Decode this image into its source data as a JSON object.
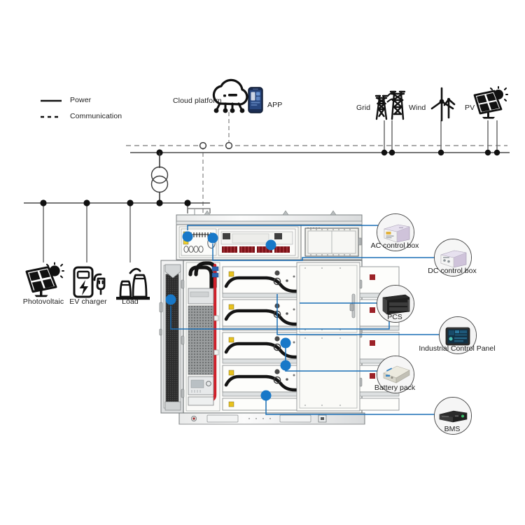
{
  "legend": {
    "items": [
      {
        "label": "Power",
        "style": "solid",
        "icon": "solid-line-icon"
      },
      {
        "label": "Communication",
        "style": "dashed",
        "icon": "dashed-line-icon"
      }
    ]
  },
  "top_nodes": {
    "cloud": {
      "label": "Cloud platform",
      "icon": "cloud-icon"
    },
    "app": {
      "label": "APP",
      "icon": "smartphone-icon"
    },
    "grid": {
      "label": "Grid",
      "icon": "transmission-tower-icon"
    },
    "wind": {
      "label": "Wind",
      "icon": "wind-turbine-icon"
    },
    "pv": {
      "label": "PV",
      "icon": "solar-panel-icon"
    }
  },
  "bottom_nodes": [
    {
      "label": "Photovoltaic",
      "icon": "solar-panel-icon"
    },
    {
      "label": "EV charger",
      "icon": "ev-charger-icon"
    },
    {
      "label": "Load",
      "icon": "factory-load-icon"
    }
  ],
  "transformer": {
    "icon": "transformer-icon",
    "label": ""
  },
  "callouts": [
    {
      "id": "ac-control-box",
      "label": "AC control box",
      "icon": "ac-control-box-icon"
    },
    {
      "id": "dc-control-box",
      "label": "DC control box",
      "icon": "dc-control-box-icon"
    },
    {
      "id": "pcs",
      "label": "PCS",
      "icon": "pcs-icon"
    },
    {
      "id": "industrial-control-panel",
      "label": "Industrial Control Panel",
      "icon": "hmi-panel-icon"
    },
    {
      "id": "battery-pack",
      "label": "Battery pack",
      "icon": "battery-pack-icon"
    },
    {
      "id": "bms",
      "label": "BMS",
      "icon": "bms-icon"
    }
  ],
  "colors": {
    "leader": "#1a6eb5",
    "marker": "#1878c8",
    "line": "#3a3a3a",
    "cable_red": "#d0202a",
    "cabinet_fill": "#fbfbf8",
    "cabinet_stroke": "#6f7477"
  },
  "cabinet": {
    "name": "battery-energy-storage-cabinet",
    "battery_module_count": 5,
    "marker_count": 7
  }
}
